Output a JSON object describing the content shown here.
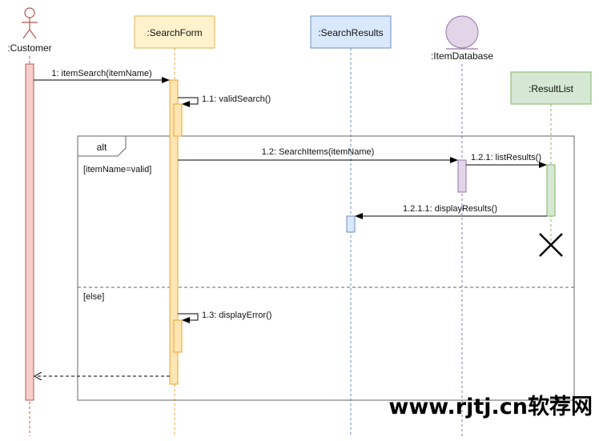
{
  "diagram": {
    "participants": {
      "customer": ":Customer",
      "search_form": ":SearchForm",
      "search_results": ":SearchResults",
      "item_database": ":ItemDatabase",
      "result_list": ":ResultList"
    },
    "messages": {
      "m1": "1: itemSearch(itemName)",
      "m1_1": "1.1: validSearch()",
      "m1_2": "1.2: SearchItems(itemName)",
      "m1_2_1": "1.2.1: listResults()",
      "m1_2_1_1": "1.2.1.1: displayResults()",
      "m1_3": "1.3: displayError()"
    },
    "fragment": {
      "operator": "alt",
      "guard_true": "[itemName=valid]",
      "guard_else": "[else]"
    },
    "watermark": "www.rjtj.cn软荐网"
  },
  "colors": {
    "customer": "#b85450",
    "customer_fill": "#f8cecc",
    "form": "#d6b656",
    "form_fill": "#fff2cc",
    "form_act": "#ffe6b3",
    "form_line": "#f0a030",
    "results": "#6c8ebf",
    "results_fill": "#dae8fc",
    "database": "#9673a6",
    "database_fill": "#e1d5e7",
    "list": "#82b366",
    "list_fill": "#d5e8d4"
  }
}
